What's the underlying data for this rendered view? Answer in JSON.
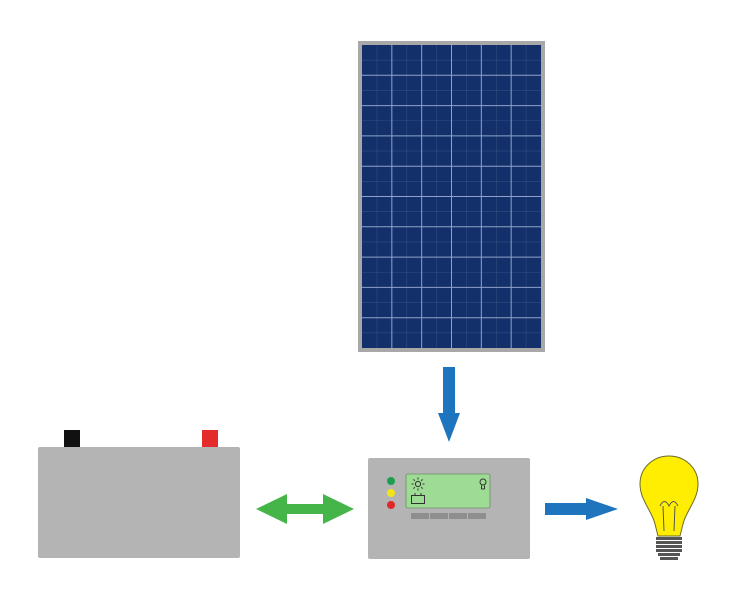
{
  "diagram": {
    "components": {
      "solar_panel": {
        "icon": "solar-panel-icon",
        "frame_color": "#a8a8a8",
        "cell_color": "#13306b",
        "grid_color": "#8fa3c8",
        "rows": 10,
        "cols": 6
      },
      "battery": {
        "icon": "battery-icon",
        "body_color": "#b4b4b4",
        "negative_terminal_color": "#111111",
        "positive_terminal_color": "#e32b2b"
      },
      "charge_controller": {
        "icon": "charge-controller-icon",
        "body_color": "#b4b4b4",
        "display_color": "#9edb94",
        "led_colors": [
          "#1e9d4f",
          "#f2e41a",
          "#e0282a"
        ],
        "display_icons": [
          "sun-icon",
          "battery-outline-icon",
          "lightbulb-small-icon"
        ],
        "button_count": 4
      },
      "lamp": {
        "icon": "lightbulb-icon",
        "bulb_color": "#ffee00",
        "base_color": "#555555"
      }
    },
    "flows": [
      {
        "from": "solar_panel",
        "to": "charge_controller",
        "direction": "down",
        "color": "#1f74be"
      },
      {
        "from": "battery",
        "to": "charge_controller",
        "direction": "bidirectional",
        "color": "#45b549"
      },
      {
        "from": "charge_controller",
        "to": "lamp",
        "direction": "right",
        "color": "#1f74be"
      }
    ]
  }
}
